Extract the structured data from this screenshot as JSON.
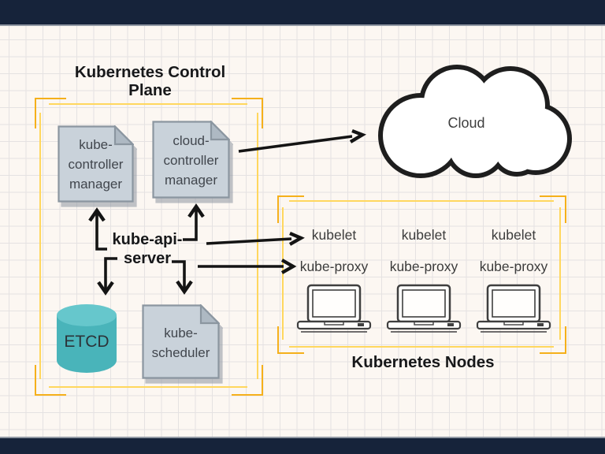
{
  "colors": {
    "top_bar": "#16233a",
    "bottom_bar": "#16233a",
    "background": "#fcf7f2",
    "grid_line": "#e5e2e2",
    "frame_outer_yellow": "#f5b01b",
    "frame_inner_yellow": "#ffd75e",
    "doc_fill": "#c9d2da",
    "doc_fold": "#aeb9c3",
    "etcd_teal": "#49b4ba",
    "etcd_teal_light": "#66c7cc",
    "arrow": "#141414"
  },
  "control_plane": {
    "title_line1": "Kubernetes Control",
    "title_line2": "Plane",
    "api_server": {
      "line1": "kube-api-",
      "line2": "server"
    },
    "docs": [
      {
        "id": "kube-controller-manager",
        "lines": [
          "kube-",
          "controller",
          "manager"
        ]
      },
      {
        "id": "cloud-controller-manager",
        "lines": [
          "cloud-",
          "controller",
          "manager"
        ]
      },
      {
        "id": "kube-scheduler",
        "lines": [
          "kube-",
          "scheduler"
        ]
      }
    ],
    "etcd_label": "ETCD"
  },
  "cloud": {
    "label": "Cloud"
  },
  "nodes": {
    "title": "Kubernetes Nodes",
    "columns": [
      {
        "kubelet": "kubelet",
        "kube_proxy": "kube-proxy"
      },
      {
        "kubelet": "kubelet",
        "kube_proxy": "kube-proxy"
      },
      {
        "kubelet": "kubelet",
        "kube_proxy": "kube-proxy"
      }
    ]
  }
}
